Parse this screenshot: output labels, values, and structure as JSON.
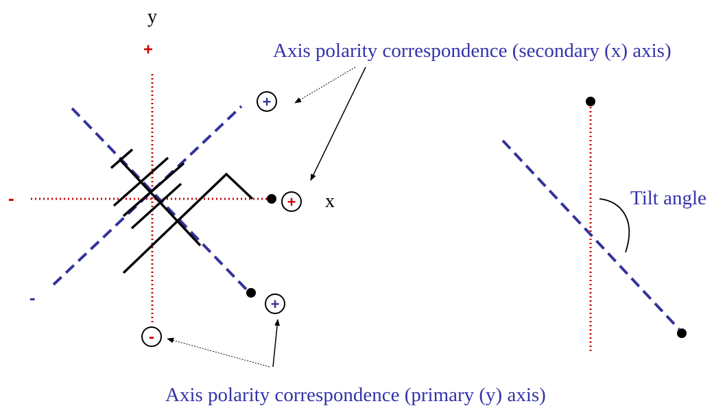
{
  "colors": {
    "primary_axis": "#cc0000",
    "secondary_axis": "#33339a",
    "label_text": "#3333aa",
    "ink": "#000000"
  },
  "axes": {
    "y_label": "y",
    "x_label": "x",
    "y_plus": "+",
    "y_minus": "-",
    "x_minus": "-",
    "secondary_minus": "-"
  },
  "markers": {
    "secondary_plus_upper": "+",
    "primary_plus_right": "+",
    "secondary_plus_lower": "+",
    "primary_minus_bottom": "-"
  },
  "labels": {
    "secondary_axis_label": "Axis polarity correspondence (secondary (x) axis)",
    "primary_axis_label": "Axis polarity correspondence (primary (y) axis)",
    "tilt_angle": "Tilt angle"
  }
}
